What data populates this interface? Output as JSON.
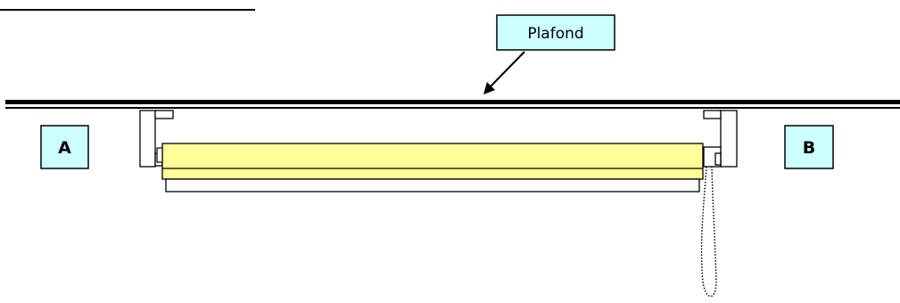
{
  "labels": {
    "ceiling": "Plafond",
    "left_mark": "A",
    "right_mark": "B"
  },
  "colors": {
    "label_box_fill": "#ccffff",
    "roller_fill": "#ffff99",
    "line": "#000000",
    "background": "#ffffff"
  }
}
